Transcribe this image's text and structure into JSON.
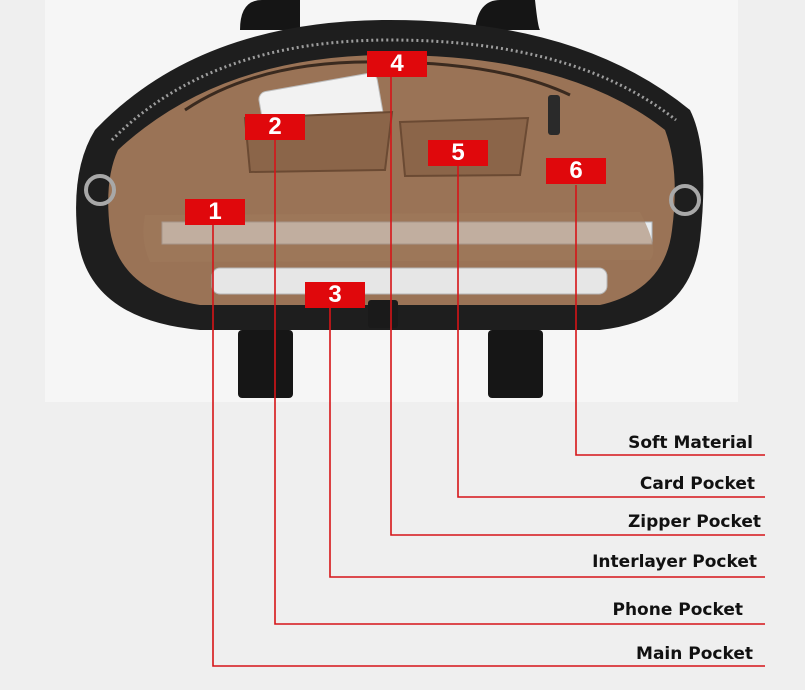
{
  "colors": {
    "badge_red": "#e0080c",
    "leader_red": "#d61418",
    "background": "#efefef",
    "bag_leather": "#1c1c1c",
    "bag_lining": "#9a7356"
  },
  "icons": [
    "handbag-photo",
    "phone-image",
    "book-image",
    "tablet-image"
  ],
  "markers": [
    {
      "id": "1",
      "label": "Main Pocket"
    },
    {
      "id": "2",
      "label": "Phone Pocket"
    },
    {
      "id": "3",
      "label": "Interlayer Pocket"
    },
    {
      "id": "4",
      "label": "Zipper Pocket"
    },
    {
      "id": "5",
      "label": "Card Pocket"
    },
    {
      "id": "6",
      "label": "Soft Material"
    }
  ]
}
